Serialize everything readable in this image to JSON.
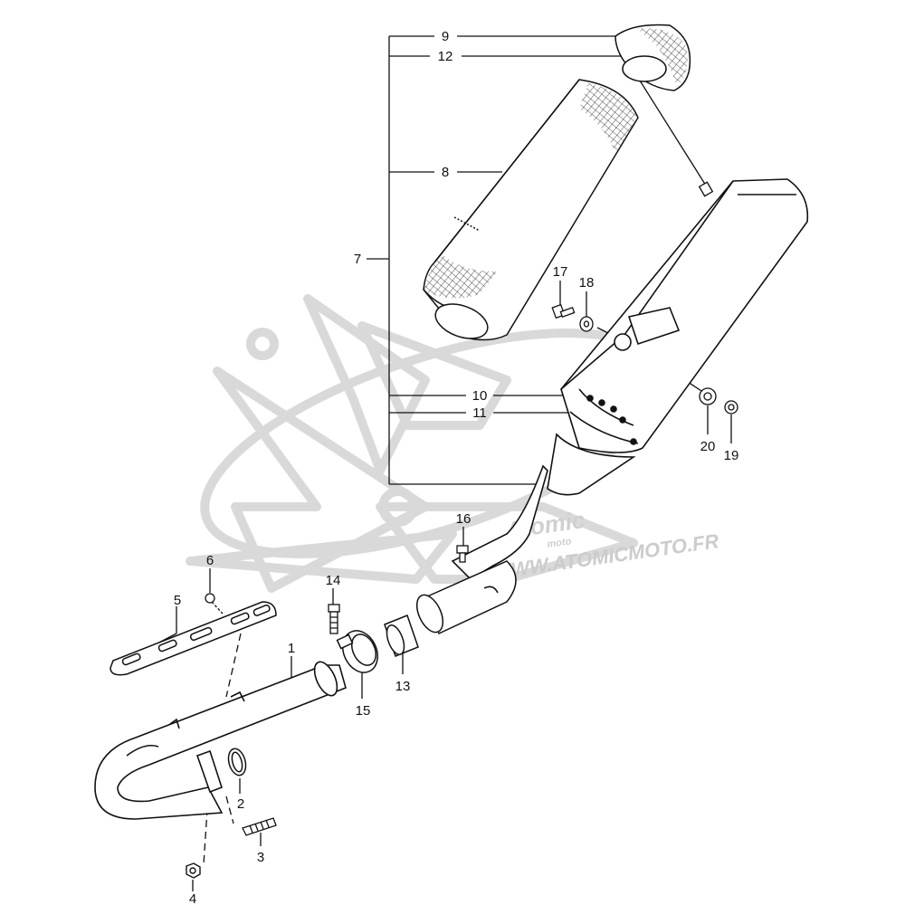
{
  "diagram": {
    "callouts": [
      {
        "id": "c1",
        "number": "1"
      },
      {
        "id": "c2",
        "number": "2"
      },
      {
        "id": "c3",
        "number": "3"
      },
      {
        "id": "c4",
        "number": "4"
      },
      {
        "id": "c5",
        "number": "5"
      },
      {
        "id": "c6",
        "number": "6"
      },
      {
        "id": "c7",
        "number": "7"
      },
      {
        "id": "c8",
        "number": "8"
      },
      {
        "id": "c9",
        "number": "9"
      },
      {
        "id": "c10",
        "number": "10"
      },
      {
        "id": "c11",
        "number": "11"
      },
      {
        "id": "c12",
        "number": "12"
      },
      {
        "id": "c13",
        "number": "13"
      },
      {
        "id": "c14",
        "number": "14"
      },
      {
        "id": "c15",
        "number": "15"
      },
      {
        "id": "c16",
        "number": "16"
      },
      {
        "id": "c17",
        "number": "17"
      },
      {
        "id": "c18",
        "number": "18"
      },
      {
        "id": "c19",
        "number": "19"
      },
      {
        "id": "c20",
        "number": "20"
      }
    ]
  },
  "watermark": {
    "logo_text": "Atomic",
    "logo_subtext": "moto",
    "url": "WWW.ATOMICMOTO.FR"
  },
  "colors": {
    "line": "#111111",
    "watermark": "#d9d9d9",
    "background": "#ffffff"
  }
}
